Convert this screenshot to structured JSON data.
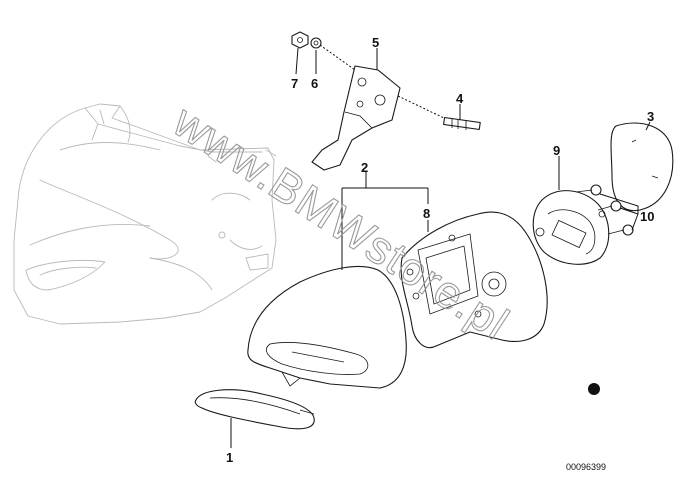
{
  "diagram": {
    "watermark": "www.BMWstore.pl",
    "catalog_code": "00096399",
    "callouts": [
      "1",
      "2",
      "3",
      "4",
      "5",
      "6",
      "7",
      "8",
      "9",
      "10"
    ]
  }
}
